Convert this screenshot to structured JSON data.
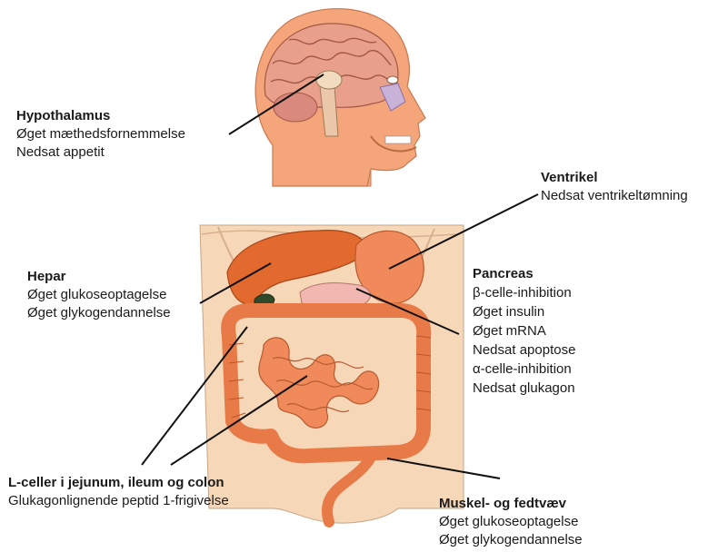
{
  "labels": {
    "hypothalamus": {
      "title": "Hypothalamus",
      "lines": [
        "Øget mæthedsfornemmelse",
        "Nedsat appetit"
      ]
    },
    "ventrikel": {
      "title": "Ventrikel",
      "lines": [
        "Nedsat ventrikeltømning"
      ]
    },
    "hepar": {
      "title": "Hepar",
      "lines": [
        "Øget glukoseoptagelse",
        "Øget glykogendannelse"
      ]
    },
    "pancreas": {
      "title": "Pancreas",
      "lines": [
        "β-celle-inhibition",
        "Øget insulin",
        "Øget mRNA",
        "Nedsat apoptose",
        "α-celle-inhibition",
        "Nedsat glukagon"
      ]
    },
    "lceller": {
      "title": "L-celler i jejunum, ileum og colon",
      "lines": [
        "Glukagonlignende peptid 1-frigivelse"
      ]
    },
    "muskel": {
      "title": "Muskel- og fedtvæv",
      "lines": [
        "Øget glukoseoptagelse",
        "Øget glykogendannelse"
      ]
    }
  },
  "colors": {
    "skin": "#f4a57a",
    "brain": "#e8a08a",
    "torso": "#f6d7b8",
    "intestine": "#f08a5a",
    "liver": "#e36a2e",
    "arrow": "#111111"
  }
}
